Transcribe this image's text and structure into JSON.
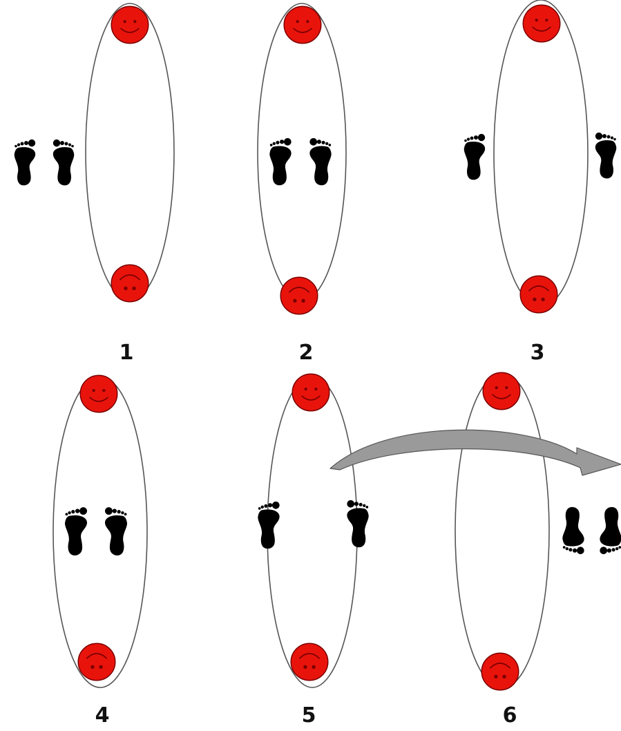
{
  "steps": [
    {
      "label": "1"
    },
    {
      "label": "2"
    },
    {
      "label": "3"
    },
    {
      "label": "4"
    },
    {
      "label": "5"
    },
    {
      "label": "6"
    }
  ],
  "colors": {
    "face": "#e8140c",
    "face_stroke": "#7a0000",
    "rope": "#555555",
    "foot": "#000000",
    "arrow": "#9a9a9a"
  },
  "icons": {
    "person": "smiley-face-icon",
    "foot": "footprint-icon",
    "movement": "curved-arrow-icon"
  }
}
